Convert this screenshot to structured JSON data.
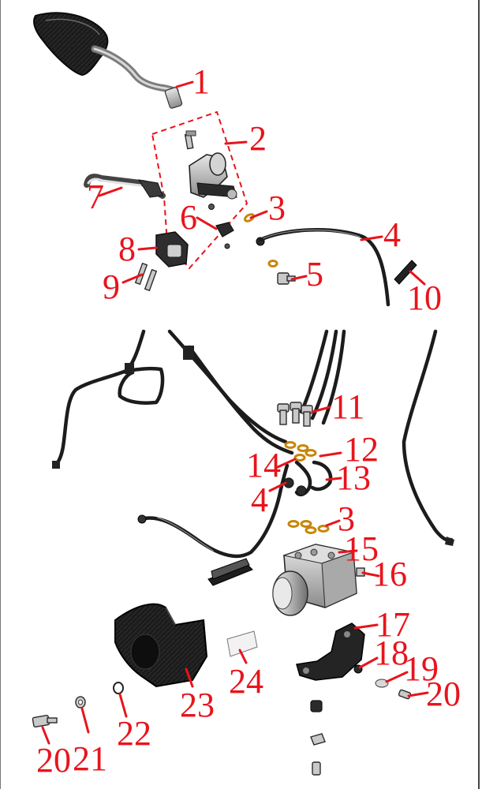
{
  "diagram": {
    "label_color": "#e8141c",
    "part_colors": {
      "dark": "#2b2b2b",
      "metal": "#c9c9c9",
      "copper_washer": "#c8860a",
      "hose": "#1c1c1c"
    },
    "callouts": [
      {
        "id": "c1",
        "number": "1"
      },
      {
        "id": "c2",
        "number": "2"
      },
      {
        "id": "c3a",
        "number": "3"
      },
      {
        "id": "c4a",
        "number": "4"
      },
      {
        "id": "c5",
        "number": "5"
      },
      {
        "id": "c6",
        "number": "6"
      },
      {
        "id": "c7",
        "number": "7"
      },
      {
        "id": "c8",
        "number": "8"
      },
      {
        "id": "c9",
        "number": "9"
      },
      {
        "id": "c10",
        "number": "10"
      },
      {
        "id": "c11",
        "number": "11"
      },
      {
        "id": "c12",
        "number": "12"
      },
      {
        "id": "c14",
        "number": "14"
      },
      {
        "id": "c13",
        "number": "13"
      },
      {
        "id": "c4b",
        "number": "4"
      },
      {
        "id": "c3b",
        "number": "3"
      },
      {
        "id": "c15",
        "number": "15"
      },
      {
        "id": "c16",
        "number": "16"
      },
      {
        "id": "c17",
        "number": "17"
      },
      {
        "id": "c18",
        "number": "18"
      },
      {
        "id": "c19",
        "number": "19"
      },
      {
        "id": "c20a",
        "number": "20"
      },
      {
        "id": "c24",
        "number": "24"
      },
      {
        "id": "c23",
        "number": "23"
      },
      {
        "id": "c22",
        "number": "22"
      },
      {
        "id": "c21",
        "number": "21"
      },
      {
        "id": "c20b",
        "number": "20"
      }
    ]
  }
}
